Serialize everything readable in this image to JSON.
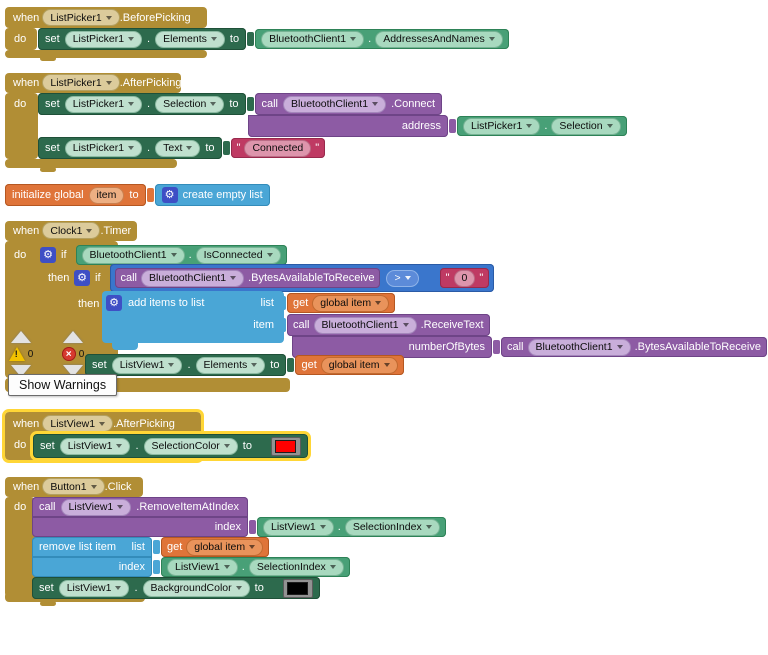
{
  "common": {
    "when": "when",
    "do": "do",
    "then": "then",
    "if": "if",
    "set": "set",
    "to": "to",
    "call": "call",
    "get": "get",
    "dot": ".",
    "quote": "\""
  },
  "icons": {
    "mutator_gear": "⚙",
    "warning_mark": "!",
    "error_mark": "×"
  },
  "colors": {
    "event_gold": "#B18E35",
    "setter_green": "#2D6A4D",
    "getter_green": "#48A077",
    "method_purple": "#8D5BA4",
    "math_blue": "#3A76CC",
    "text_crimson": "#BF3A63",
    "variable_orange": "#DF7439",
    "list_blue": "#4AA6D6",
    "selection_highlight": "#FFD636",
    "swatch_red": "#FF0000",
    "swatch_black": "#000000"
  },
  "warn": {
    "warning_count": "0",
    "error_count": "0",
    "show_warnings": "Show Warnings"
  },
  "g1": {
    "component": "ListPicker1",
    "event": ".BeforePicking",
    "target": "ListPicker1",
    "property": "Elements",
    "value_component": "BluetoothClient1",
    "value_property": "AddressesAndNames"
  },
  "g2": {
    "component": "ListPicker1",
    "event": ".AfterPicking",
    "s1_target": "ListPicker1",
    "s1_property": "Selection",
    "s1_call_component": "BluetoothClient1",
    "s1_method": ".Connect",
    "s1_arg": "address",
    "s1_arg_component": "ListPicker1",
    "s1_arg_property": "Selection",
    "s2_target": "ListPicker1",
    "s2_property": "Text",
    "s2_text": "Connected"
  },
  "g3": {
    "label": "initialize global",
    "name": "item",
    "to": "to",
    "create": "create empty list"
  },
  "g4": {
    "component": "Clock1",
    "event": ".Timer",
    "if1_component": "BluetoothClient1",
    "if1_property": "IsConnected",
    "if2_call_component": "BluetoothClient1",
    "if2_method": ".BytesAvailableToReceive",
    "if2_op": ">",
    "if2_operand": "0",
    "add_label": "add items to list",
    "add_list": "list",
    "add_var": "global item",
    "add_item": "item",
    "add_call_component": "BluetoothClient1",
    "add_method": ".ReceiveText",
    "add_arg": "numberOfBytes",
    "add_arg_component": "BluetoothClient1",
    "add_arg_method": ".BytesAvailableToReceive",
    "set_target": "ListView1",
    "set_property": "Elements",
    "set_var": "global item"
  },
  "g5": {
    "component": "ListView1",
    "event": ".AfterPicking",
    "target": "ListView1",
    "property": "SelectionColor",
    "color": "#FF0000"
  },
  "g6": {
    "component": "Button1",
    "event": ".Click",
    "call_component": "ListView1",
    "call_method": ".RemoveItemAtIndex",
    "call_arg": "index",
    "call_arg_component": "ListView1",
    "call_arg_property": "SelectionIndex",
    "rem_label": "remove list item",
    "rem_list": "list",
    "rem_var": "global item",
    "rem_index": "index",
    "rem_index_component": "ListView1",
    "rem_index_property": "SelectionIndex",
    "set_target": "ListView1",
    "set_property": "BackgroundColor",
    "set_color": "#000000"
  }
}
